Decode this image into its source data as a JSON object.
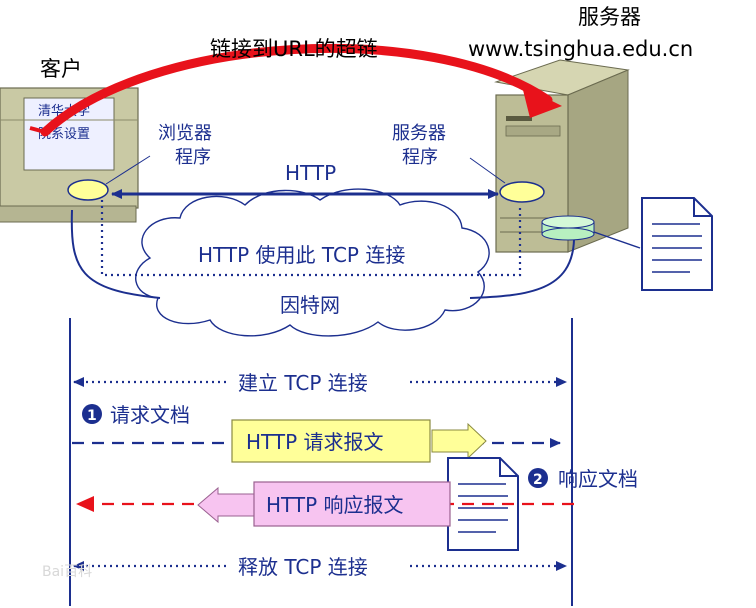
{
  "labels": {
    "client": "客户",
    "server": "服务器",
    "server_url": "www.tsinghua.edu.cn",
    "hyperlink": "链接到URL的超链",
    "screen_line1": "清华大学",
    "screen_line2": "院系设置",
    "browser_line1": "浏览器",
    "browser_line2": "程序",
    "server_prog_line1": "服务器",
    "server_prog_line2": "程序",
    "http": "HTTP",
    "http_tcp": "HTTP 使用此 TCP 连接",
    "internet": "因特网",
    "establish_tcp": "建立 TCP 连接",
    "step1_num": "1",
    "step1": "请求文档",
    "request_msg": "HTTP 请求报文",
    "step2_num": "2",
    "step2": "响应文档",
    "response_msg": "HTTP 响应报文",
    "release_tcp": "释放 TCP 连接",
    "watermark": "Bai百科"
  },
  "colors": {
    "red_arrow": "#e8121b",
    "blue": "#1c2f8f",
    "request_box": "#ffff99",
    "response_box": "#f7c4f0",
    "cloud": "#ffffff",
    "computer": "#c9c9a4",
    "server_body": "#bdbd96"
  }
}
